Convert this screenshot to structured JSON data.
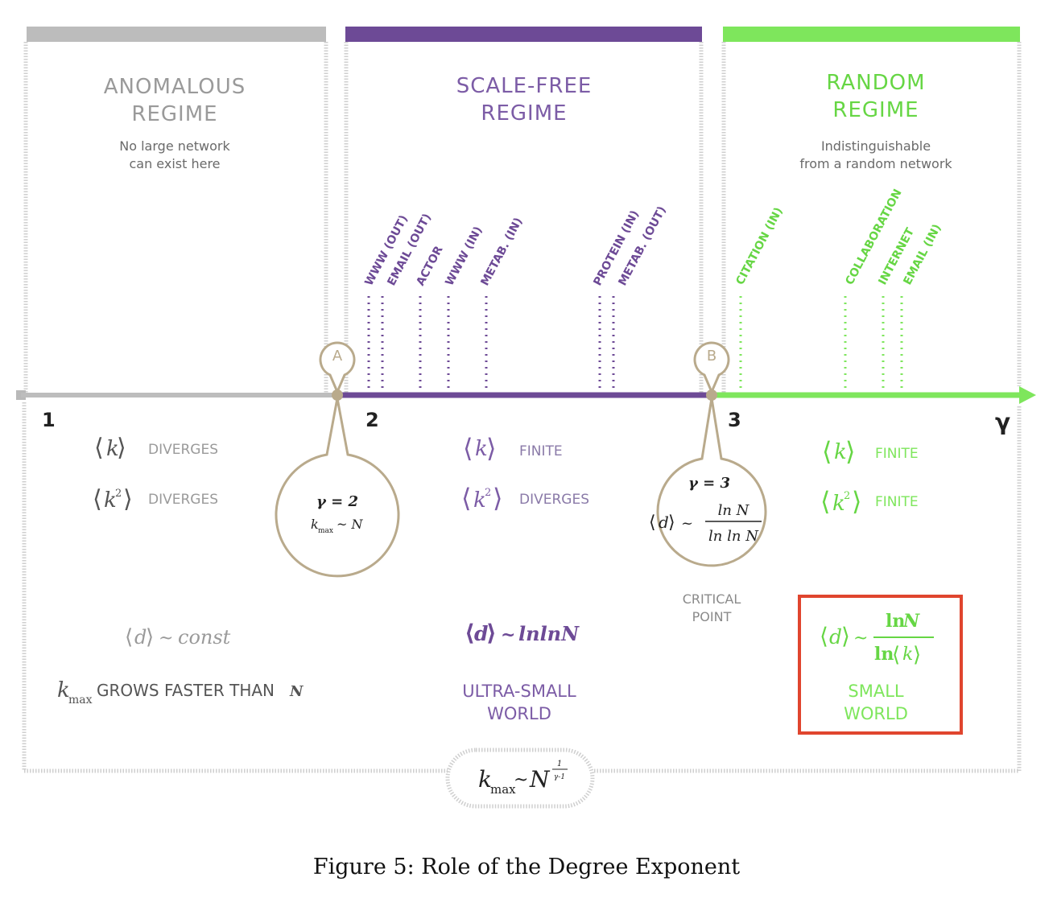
{
  "colors": {
    "gray": "#b9b9b9",
    "gray_text": "#9a9a9a",
    "gray_dark": "#555555",
    "purple": "#6d4a96",
    "purple_light": "#7c5ca6",
    "green": "#7ee65c",
    "green_dark": "#66d644",
    "tan": "#b9aa8c",
    "red": "#e0452e"
  },
  "regimes": {
    "anomalous": {
      "title_line1": "ANOMALOUS",
      "title_line2": "REGIME",
      "desc_line1": "No large network",
      "desc_line2": "can exist here"
    },
    "scale_free": {
      "title_line1": "SCALE-FREE",
      "title_line2": "REGIME"
    },
    "random": {
      "title_line1": "RANDOM",
      "title_line2": "REGIME",
      "desc_line1": "Indistinguishable",
      "desc_line2": "from a random network"
    }
  },
  "network_labels": {
    "purple": [
      "WWW (OUT)",
      "EMAIL (OUT)",
      "ACTOR",
      "WWW (IN)",
      "METAB. (IN)",
      "PROTEIN (IN)",
      "METAB. (OUT)"
    ],
    "green": [
      "CITATION (IN)",
      "COLLABORATION",
      "INTERNET",
      "EMAIL (IN)"
    ]
  },
  "axis": {
    "tick_1": "1",
    "tick_2": "2",
    "tick_3": "3",
    "gamma": "γ"
  },
  "markers": {
    "a": "A",
    "b": "B"
  },
  "anomalous_props": {
    "k_state": "DIVERGES",
    "k2_state": "DIVERGES",
    "d_text": "const",
    "kmax_text": "GROWS FASTER THAN"
  },
  "scale_free_props": {
    "k_state": "FINITE",
    "k2_state": "DIVERGES",
    "d_text": "lnlnN",
    "world_line1": "ULTRA-SMALL",
    "world_line2": "WORLD"
  },
  "random_props": {
    "k_state": "FINITE",
    "k2_state": "FINITE",
    "world_line1": "SMALL",
    "world_line2": "WORLD"
  },
  "bubble_a": {
    "gamma_eq": "γ = 2",
    "kmax_rel": "~ N"
  },
  "bubble_b": {
    "gamma_eq": "γ = 3",
    "num": "ln N",
    "den": "ln ln N",
    "critical_line1": "CRITICAL",
    "critical_line2": "POINT"
  },
  "formula": {
    "frac_num": "1",
    "frac_den": "γ-1"
  },
  "caption": "Figure 5: Role of the Degree Exponent"
}
